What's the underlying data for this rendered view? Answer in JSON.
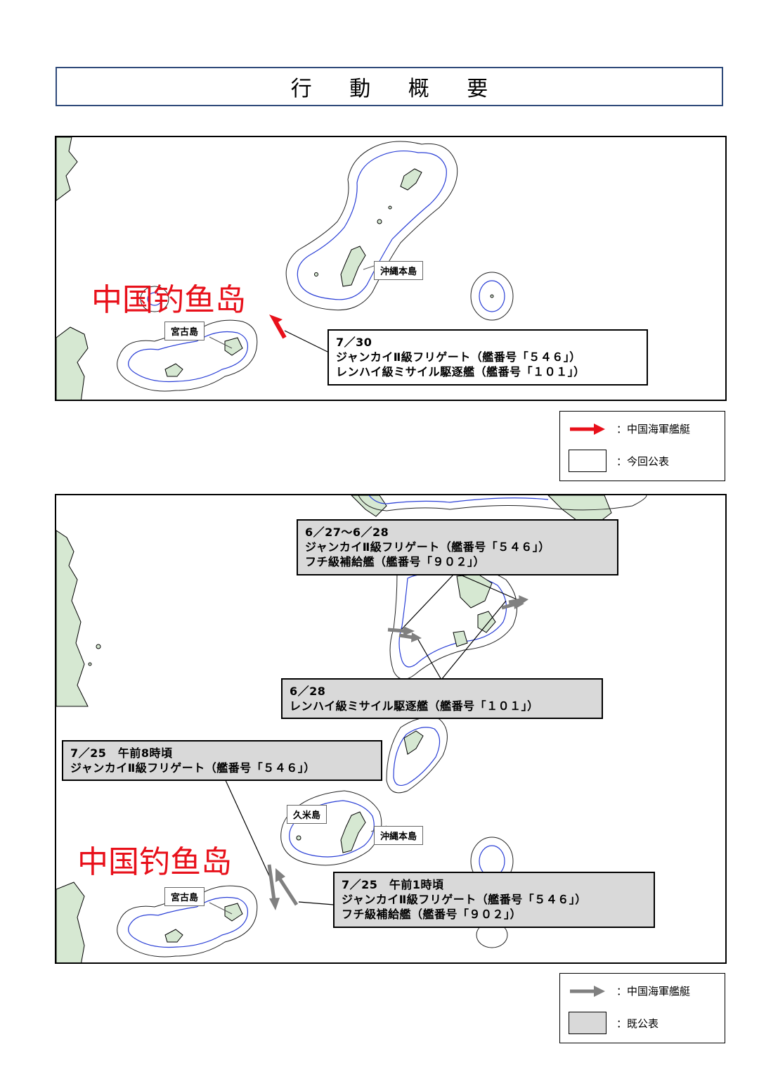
{
  "title": "行 動 概 要",
  "top_map": {
    "overlay": "中国钓鱼岛",
    "labels": {
      "okinawa": "沖縄本島",
      "miyako": "宮古島"
    },
    "info": {
      "line1": "7／30",
      "line2": "ジャンカイⅡ級フリゲート（艦番号「５４６」）",
      "line3": "レンハイ級ミサイル駆逐艦（艦番号「１０１」）"
    }
  },
  "top_legend": {
    "arrow_label": "：中国海軍艦艇",
    "box_label": "：今回公表",
    "arrow_color": "#e8101a",
    "box_color": "#ffffff"
  },
  "bottom_map": {
    "overlay": "中国钓鱼岛",
    "labels": {
      "okinawa": "沖縄本島",
      "miyako": "宮古島",
      "kume": "久米島"
    },
    "info_a": {
      "line1": "6／27～6／28",
      "line2": "ジャンカイⅡ級フリゲート（艦番号「５４６」）",
      "line3": "フチ級補給艦（艦番号「９０２」）"
    },
    "info_b": {
      "line1": "6／28",
      "line2": "レンハイ級ミサイル駆逐艦（艦番号「１０１」）"
    },
    "info_c": {
      "line1": "7／25　午前8時頃",
      "line2": "ジャンカイⅡ級フリゲート（艦番号「５４６」）"
    },
    "info_d": {
      "line1": "7／25　午前1時頃",
      "line2": "ジャンカイⅡ級フリゲート（艦番号「５４６」）",
      "line3": "フチ級補給艦（艦番号「９０２」）"
    }
  },
  "bottom_legend": {
    "arrow_label": "：中国海軍艦艇",
    "box_label": "：既公表",
    "arrow_color": "#808080",
    "box_color": "#d9d9d9"
  },
  "colors": {
    "land": "#d6e8d2",
    "boundary_inner": "#2a3fd6",
    "boundary_outer": "#222222",
    "title_border": "#2f4a7a"
  }
}
